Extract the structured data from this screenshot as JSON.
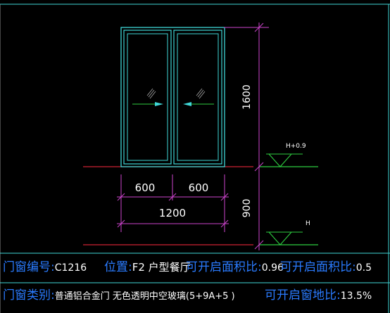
{
  "drawing": {
    "dims": {
      "leaf_left_width": "600",
      "leaf_right_width": "600",
      "total_width": "1200",
      "window_height": "1600",
      "sill_height": "900"
    },
    "levels": {
      "upper": "H+0.9",
      "lower": "H"
    }
  },
  "info": {
    "row1": {
      "code_label": "门窗编号:",
      "code_value": "C1216",
      "position_label": "位置:",
      "position_value": "F2  户型餐厅",
      "open_area_label_a": "可开启面积比:",
      "open_area_value_a": "0.96",
      "open_area_label_b": "可开启面积比:",
      "open_area_value_b": "0.5"
    },
    "row2": {
      "type_label": "门窗类别:",
      "type_value": "普通铝合金门  无色透明中空玻璃(5+9A+5      )",
      "ratio_label": "可开启窗地比:",
      "ratio_value": "13.5%"
    }
  },
  "colors": {
    "frame": "#3fd6d6",
    "dimension": "#cc44cc",
    "level_line": "#2ecc40",
    "floor_line": "#cc2233",
    "text": "#ffffff",
    "label": "#2a7bff",
    "border": "#3fd6d6"
  }
}
